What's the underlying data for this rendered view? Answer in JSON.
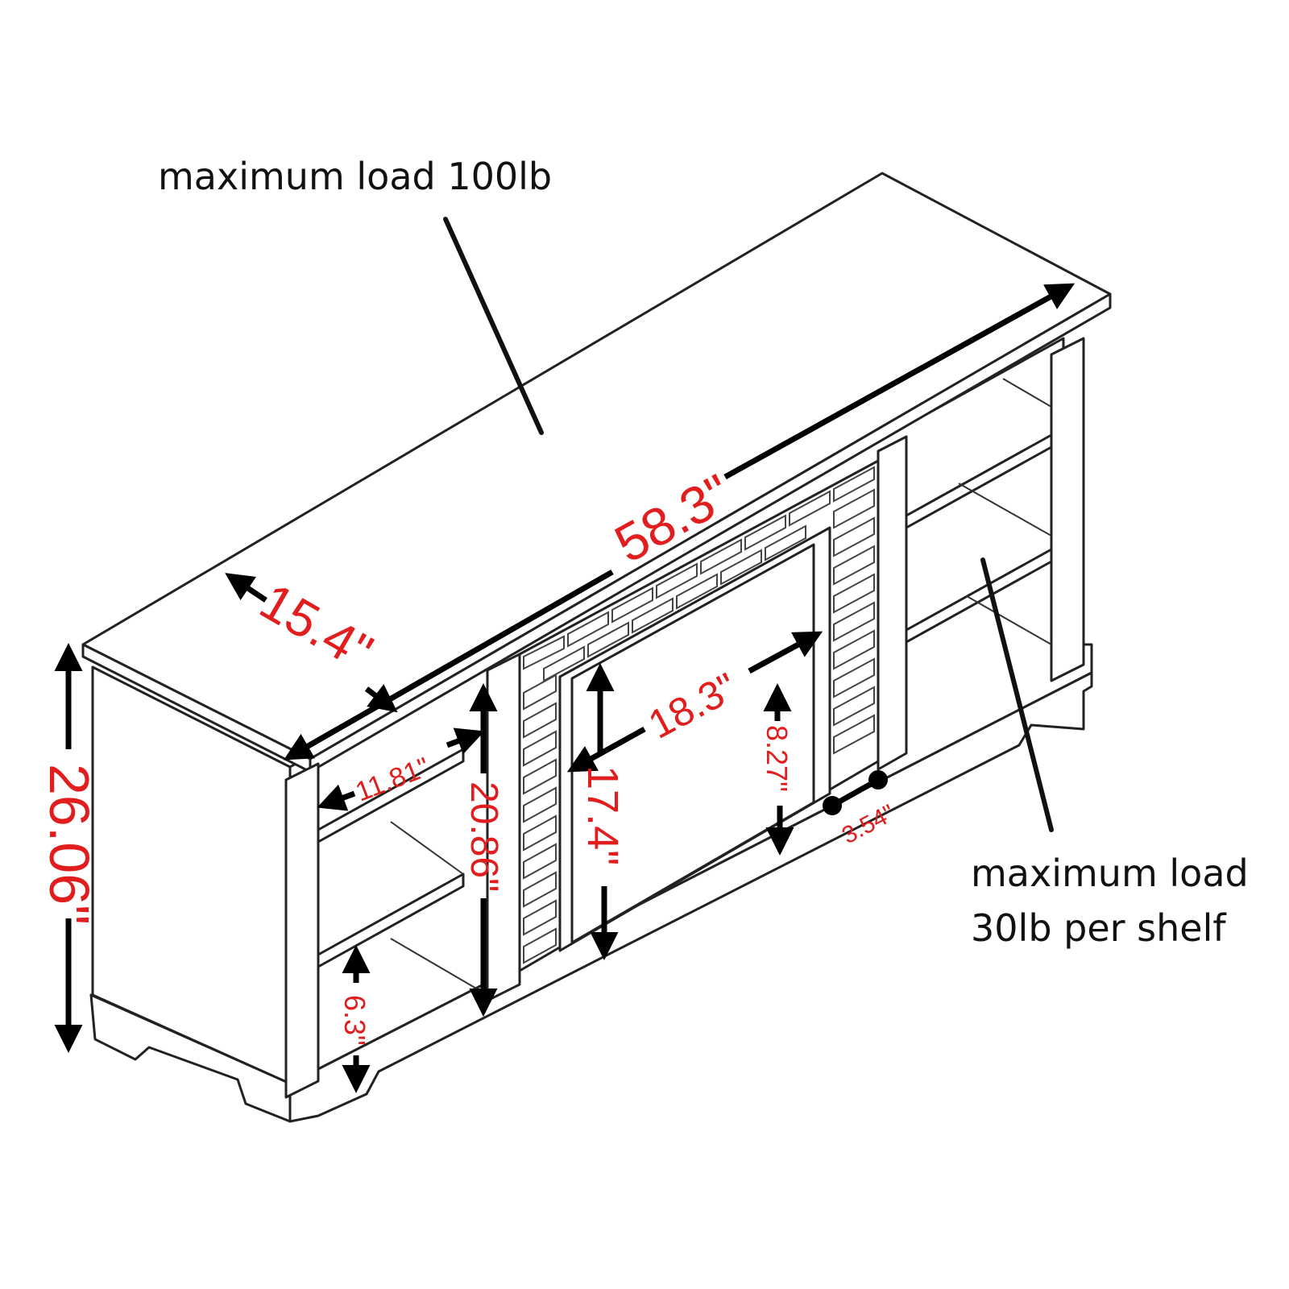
{
  "callouts": {
    "top_load": "maximum load 100lb",
    "shelf_load_line1": "maximum load",
    "shelf_load_line2": "30lb per shelf"
  },
  "dimensions": {
    "width": "58.3\"",
    "depth": "15.4\"",
    "height": "26.06\"",
    "shelf_depth": "11.81\"",
    "shelf_opening_height": "20.86\"",
    "fireplace_width": "18.3\"",
    "fireplace_height": "17.4\"",
    "right_opening_height": "8.27\"",
    "right_cutout_width": "3.54\"",
    "bottom_gap": "6.3\""
  },
  "colors": {
    "dimension_text": "#e11d1d",
    "lines": "#222222",
    "background": "#ffffff"
  }
}
